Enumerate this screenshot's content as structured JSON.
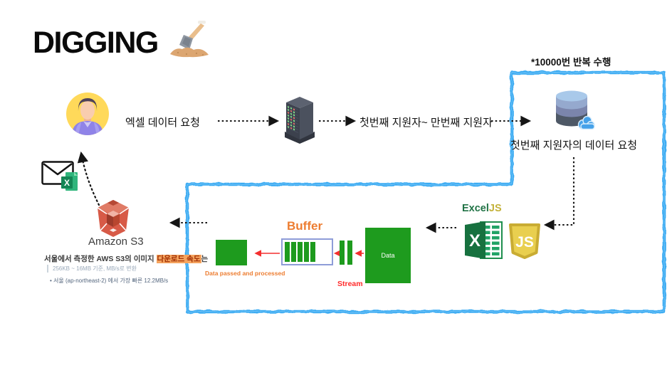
{
  "title": {
    "text": "DIGGING"
  },
  "annotations": {
    "repeat_note": "*10000번 반복 수행"
  },
  "flow": {
    "user_request_label": "엑셀 데이터 요청",
    "applicants_range_label": "첫번째 지원자~ 만번째 지원자",
    "first_applicant_request_label": "첫번째 지원자의 데이터 요청"
  },
  "exceljs": {
    "brand_excel": "Excel",
    "brand_js": "JS",
    "excel_icon_letter": "X",
    "js_icon_letters": "JS"
  },
  "buffer_diagram": {
    "title": "Buffer",
    "data_box_label": "Data",
    "stream_label": "Stream",
    "processed_label": "Data passed and processed"
  },
  "s3": {
    "name": "Amazon S3",
    "mail_excel_letter": "X",
    "note_line1_prefix": "서울에서 측정한 AWS S3의 이미지 ",
    "note_line1_highlight": "다운로드 속도",
    "note_line1_suffix": "는",
    "note_line2": "256KB ~ 16MB 기준, MB/s로 변환",
    "note_line3": "• 서울 (ap-northeast-2) 에서 가장 빠른 12.2MB/s"
  },
  "icons": {
    "title_icon": "shovel-digging",
    "user": "person-avatar",
    "server": "server-rack",
    "database": "cloud-database",
    "excel": "excel-logo",
    "javascript": "js-logo",
    "mail": "envelope-with-excel",
    "storage": "amazon-s3-bucket"
  },
  "colors": {
    "loop_border": "#2CA4F2",
    "diagram_green": "#1E9B1E",
    "buffer_accent_orange": "#ED7D31",
    "stream_red": "#FF2A2A",
    "buffer_box_border": "#8E9CD8",
    "excel_green": "#217346",
    "js_yellow": "#C9B23A",
    "s3_red": "#D75A47",
    "highlight_bg": "#F5A45F"
  }
}
